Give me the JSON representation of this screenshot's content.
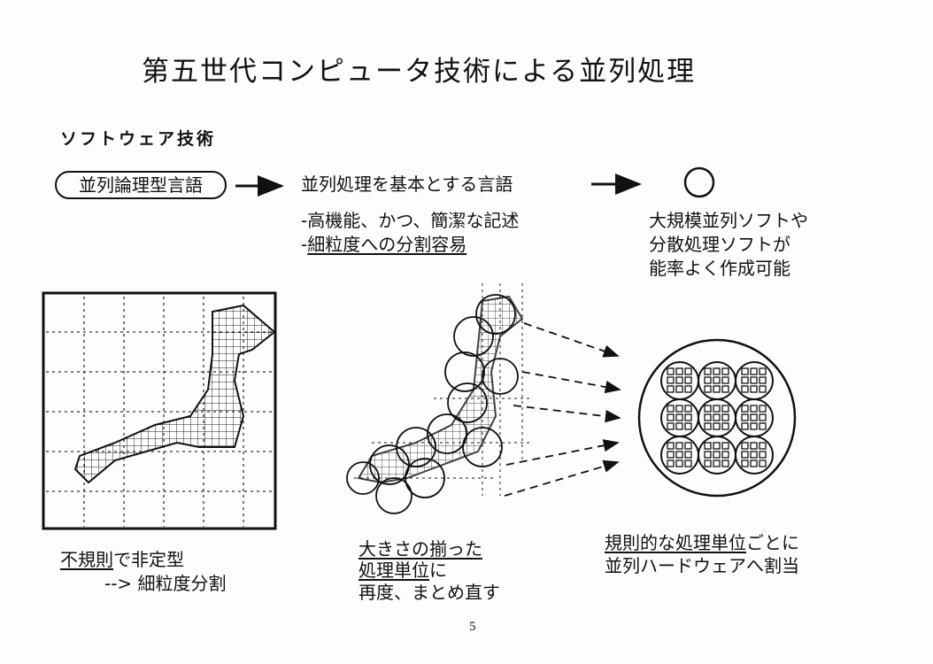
{
  "title": "第五世代コンピュータ技術による並列処理",
  "section_heading": "ソフトウェア技術",
  "flow": {
    "source": "並列論理型言語",
    "middle": "並列処理を基本とする言語",
    "features": [
      "-高機能、かつ、簡潔な記述",
      "-",
      "細粒度への分割容易"
    ],
    "result_lines": [
      "大規模並列ソフトや",
      "分散処理ソフトが",
      "能率よく作成可能"
    ]
  },
  "captions": {
    "left": {
      "underlined": "不規則",
      "rest": "で非定型",
      "line2": "--> 細粒度分割"
    },
    "middle": {
      "line1": "大きさの揃った",
      "line2_underlined": "処理単位",
      "line2_rest": "に",
      "line3": "再度、まとめ直す"
    },
    "right": {
      "underlined": "規則的な処理単位",
      "rest": "ごとに",
      "line2": "並列ハードウェアへ割当"
    }
  },
  "page_number": "5"
}
